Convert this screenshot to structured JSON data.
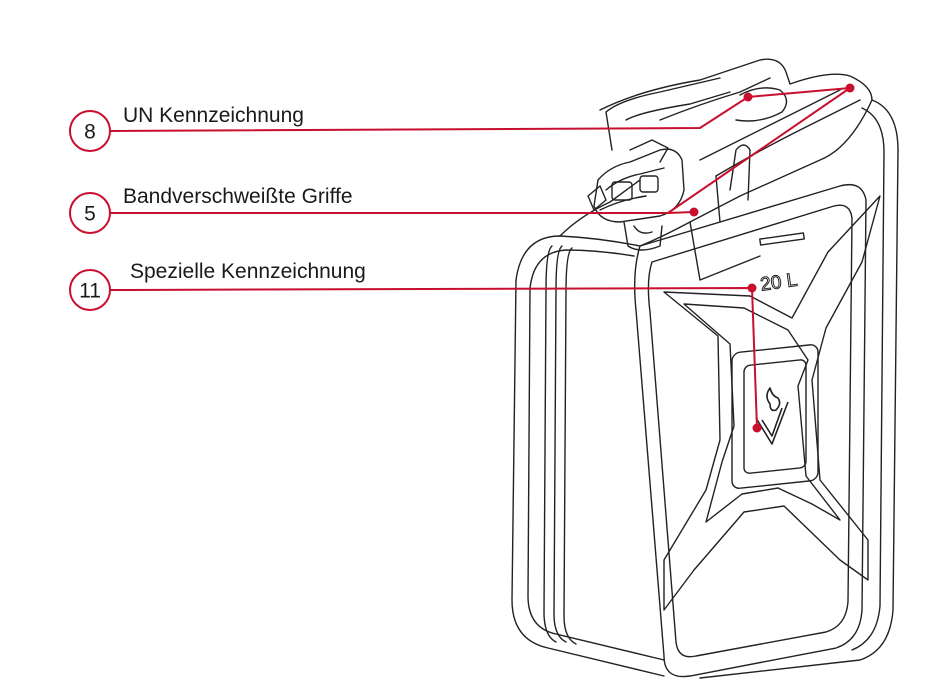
{
  "accent_color": "#c8102e",
  "capacity_label": "20 L",
  "callouts": [
    {
      "number": "8",
      "label": "UN Kennzeichnung"
    },
    {
      "number": "5",
      "label": "Bandverschweißte Griffe"
    },
    {
      "number": "11",
      "label": "Spezielle Kennzeichnung"
    }
  ],
  "icons": {
    "marking_symbol": "v-flame-icon"
  }
}
